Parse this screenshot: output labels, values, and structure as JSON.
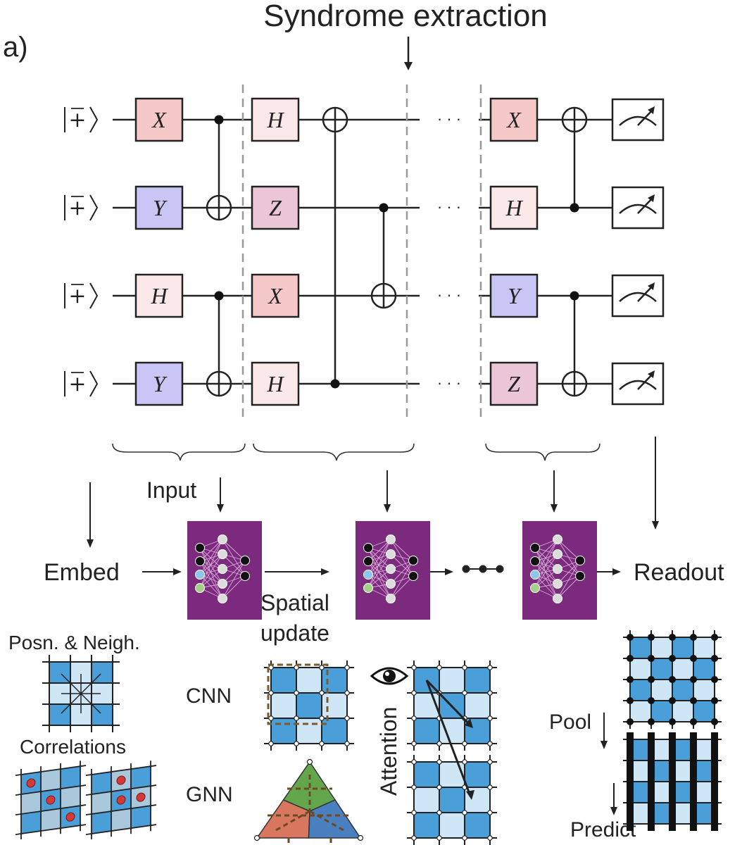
{
  "panel_label": "a)",
  "title": "Syndrome extraction",
  "qubit_state": "|+̃⟩",
  "ket_text": "+",
  "gates": {
    "X": "X",
    "Y": "Y",
    "Z": "Z",
    "H": "H"
  },
  "colors": {
    "X": "#f6c9c9",
    "Y": "#c9c6f6",
    "Z": "#ebc6d6",
    "H": "#fbe9ea",
    "net": "#7b2a7e",
    "grid_dark": "#4b9fd9",
    "grid_light": "#cfe6f7",
    "gnn_green": "#63a64c",
    "gnn_red": "#d9765e",
    "gnn_blue": "#4a7fc0"
  },
  "dots": "· · ·",
  "flow": {
    "embed": "Embed",
    "input": "Input",
    "readout": "Readout",
    "spatial": "Spatial",
    "update": "update"
  },
  "bottom": {
    "posn": "Posn. & Neigh.",
    "correlations": "Correlations",
    "cnn": "CNN",
    "gnn": "GNN",
    "attention": "Attention",
    "pool": "Pool",
    "predict": "Predict"
  },
  "icons": [
    "measure-meter-icon",
    "eye-icon",
    "neural-net-icon"
  ]
}
